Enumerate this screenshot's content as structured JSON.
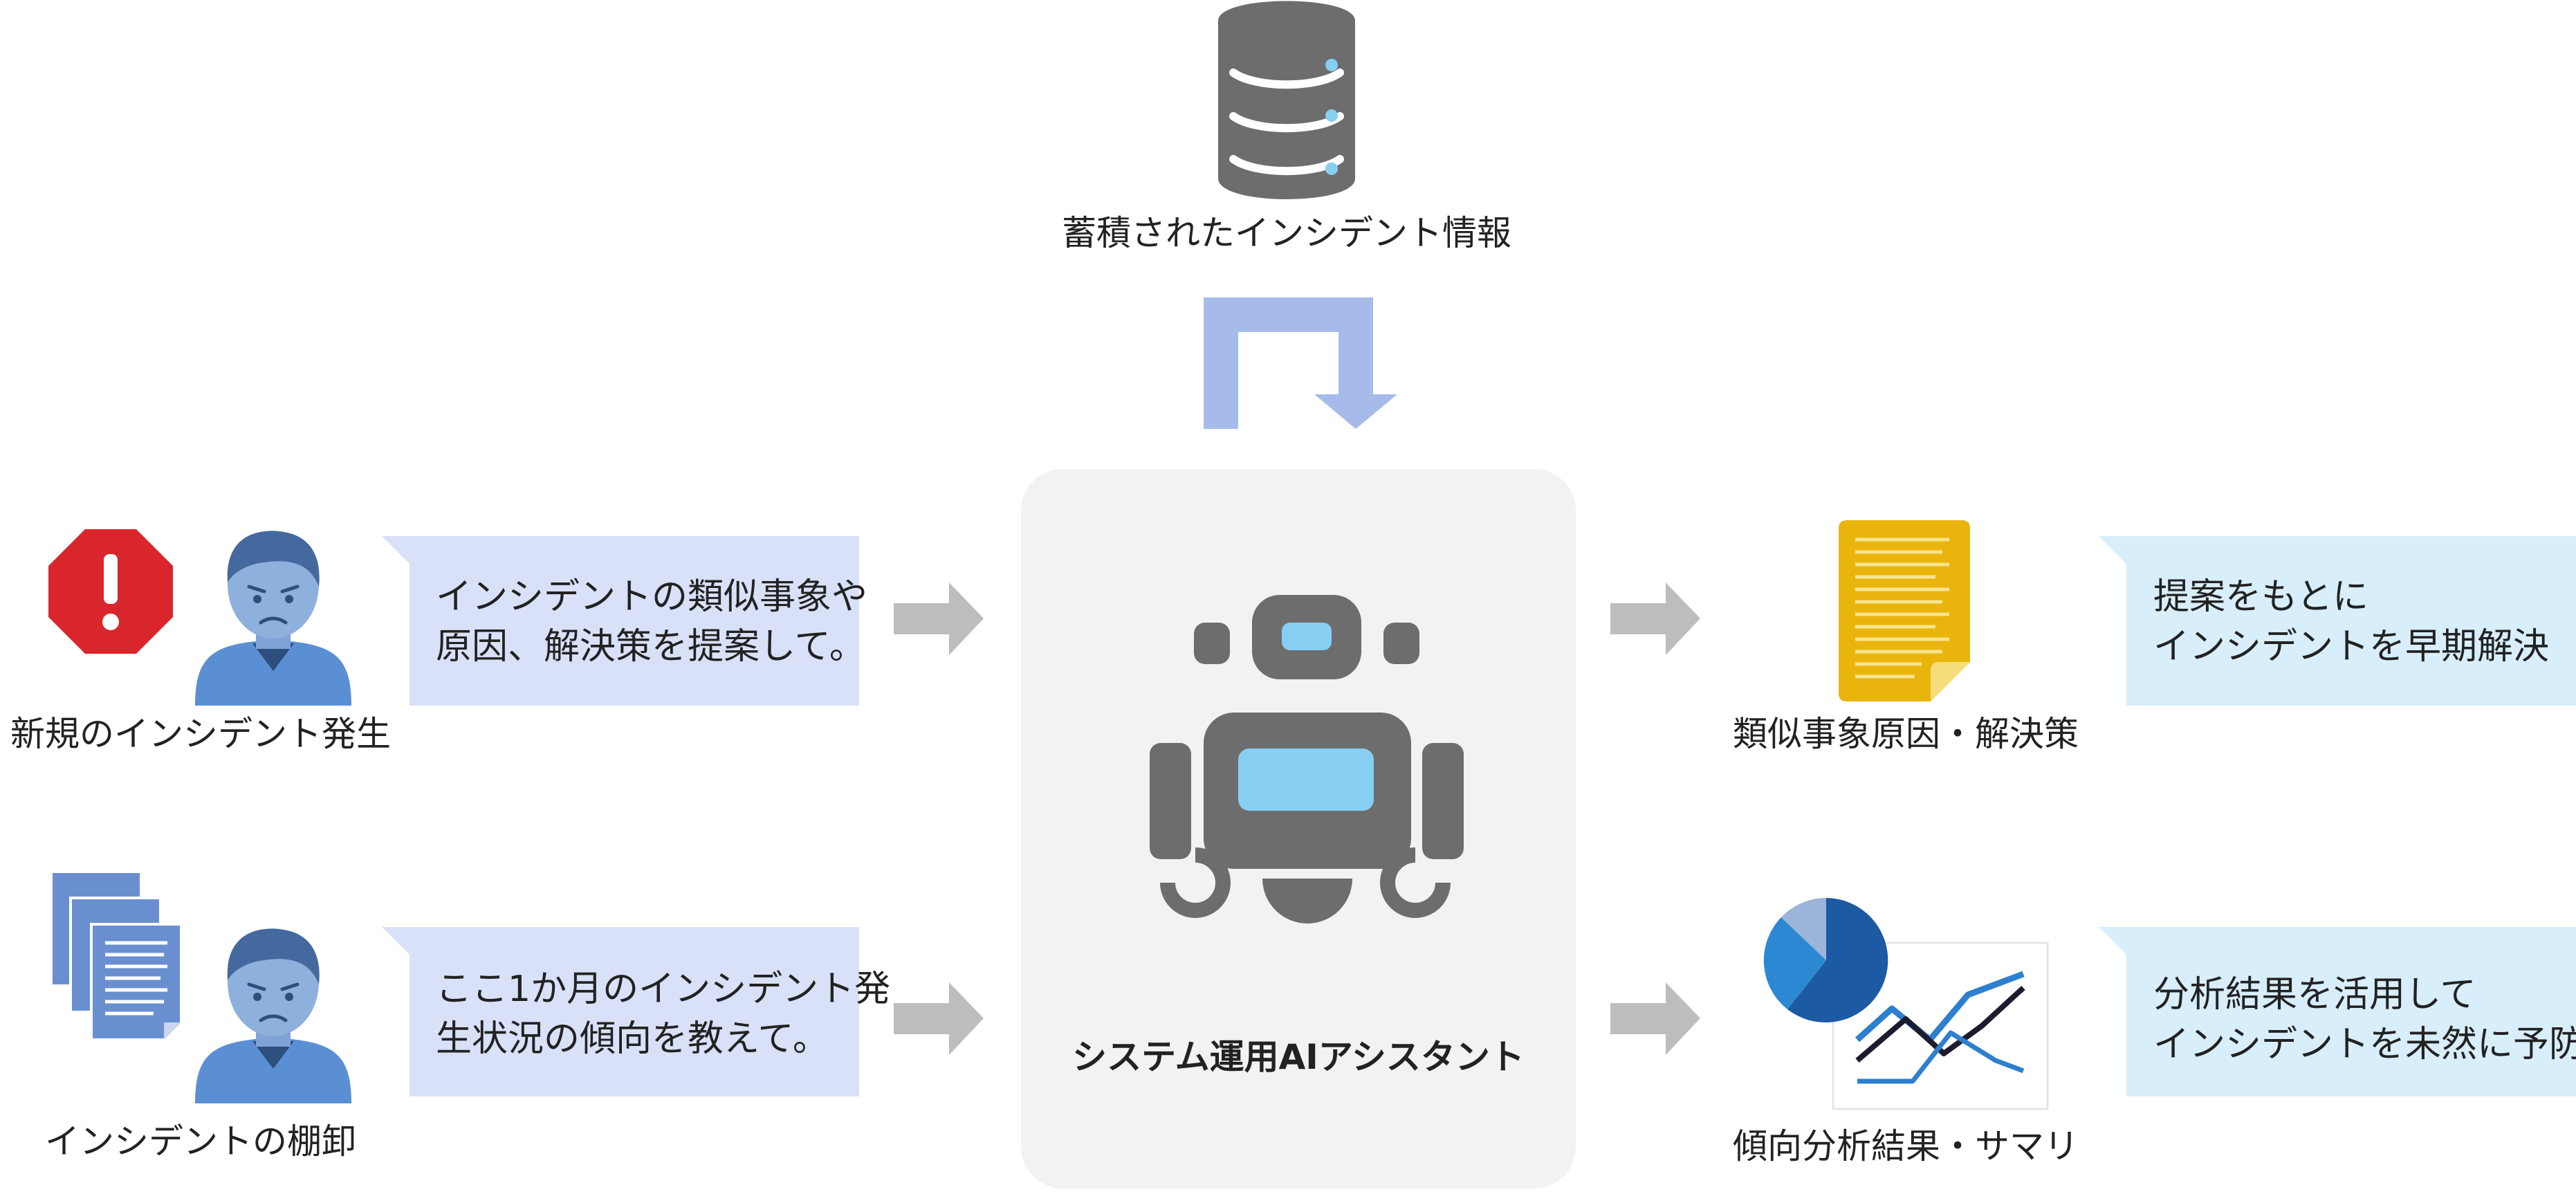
{
  "database": {
    "caption": "蓄積されたインシデント情報",
    "icon": "database-icon"
  },
  "inputs": [
    {
      "caption": "新規のインシデント発生",
      "request_lines": [
        "インシデントの類似事象や",
        "原因、解決策を提案して。"
      ],
      "icon": "alert-octagon-icon"
    },
    {
      "caption": "インシデントの棚卸",
      "request_lines": [
        "ここ1か月のインシデント発",
        "生状況の傾向を教えて。"
      ],
      "icon": "documents-stack-icon"
    }
  ],
  "assistant": {
    "label": "システム運用AIアシスタント",
    "icon": "robot-icon"
  },
  "outputs": [
    {
      "caption": "類似事象原因・解決策",
      "result_lines": [
        "提案をもとに",
        "インシデントを早期解決"
      ],
      "icon": "document-icon"
    },
    {
      "caption": "傾向分析結果・サマリ",
      "result_lines": [
        "分析結果を活用して",
        "インシデントを未然に予防"
      ],
      "icon": "pie-line-chart-icon"
    }
  ],
  "colors": {
    "request_bubble": "#d9e1f8",
    "result_bubble": "#d8eefb",
    "arrow_gray": "#bdbdbd",
    "loop_arrow": "#a7bbeb",
    "assistant_panel": "#f2f2f2",
    "icon_gray": "#6d6d6d",
    "robot_screen": "#86cff3",
    "person_blue": "#5b8fd4",
    "alert_red": "#d9262c",
    "doc_yellow": "#e9b40c"
  }
}
